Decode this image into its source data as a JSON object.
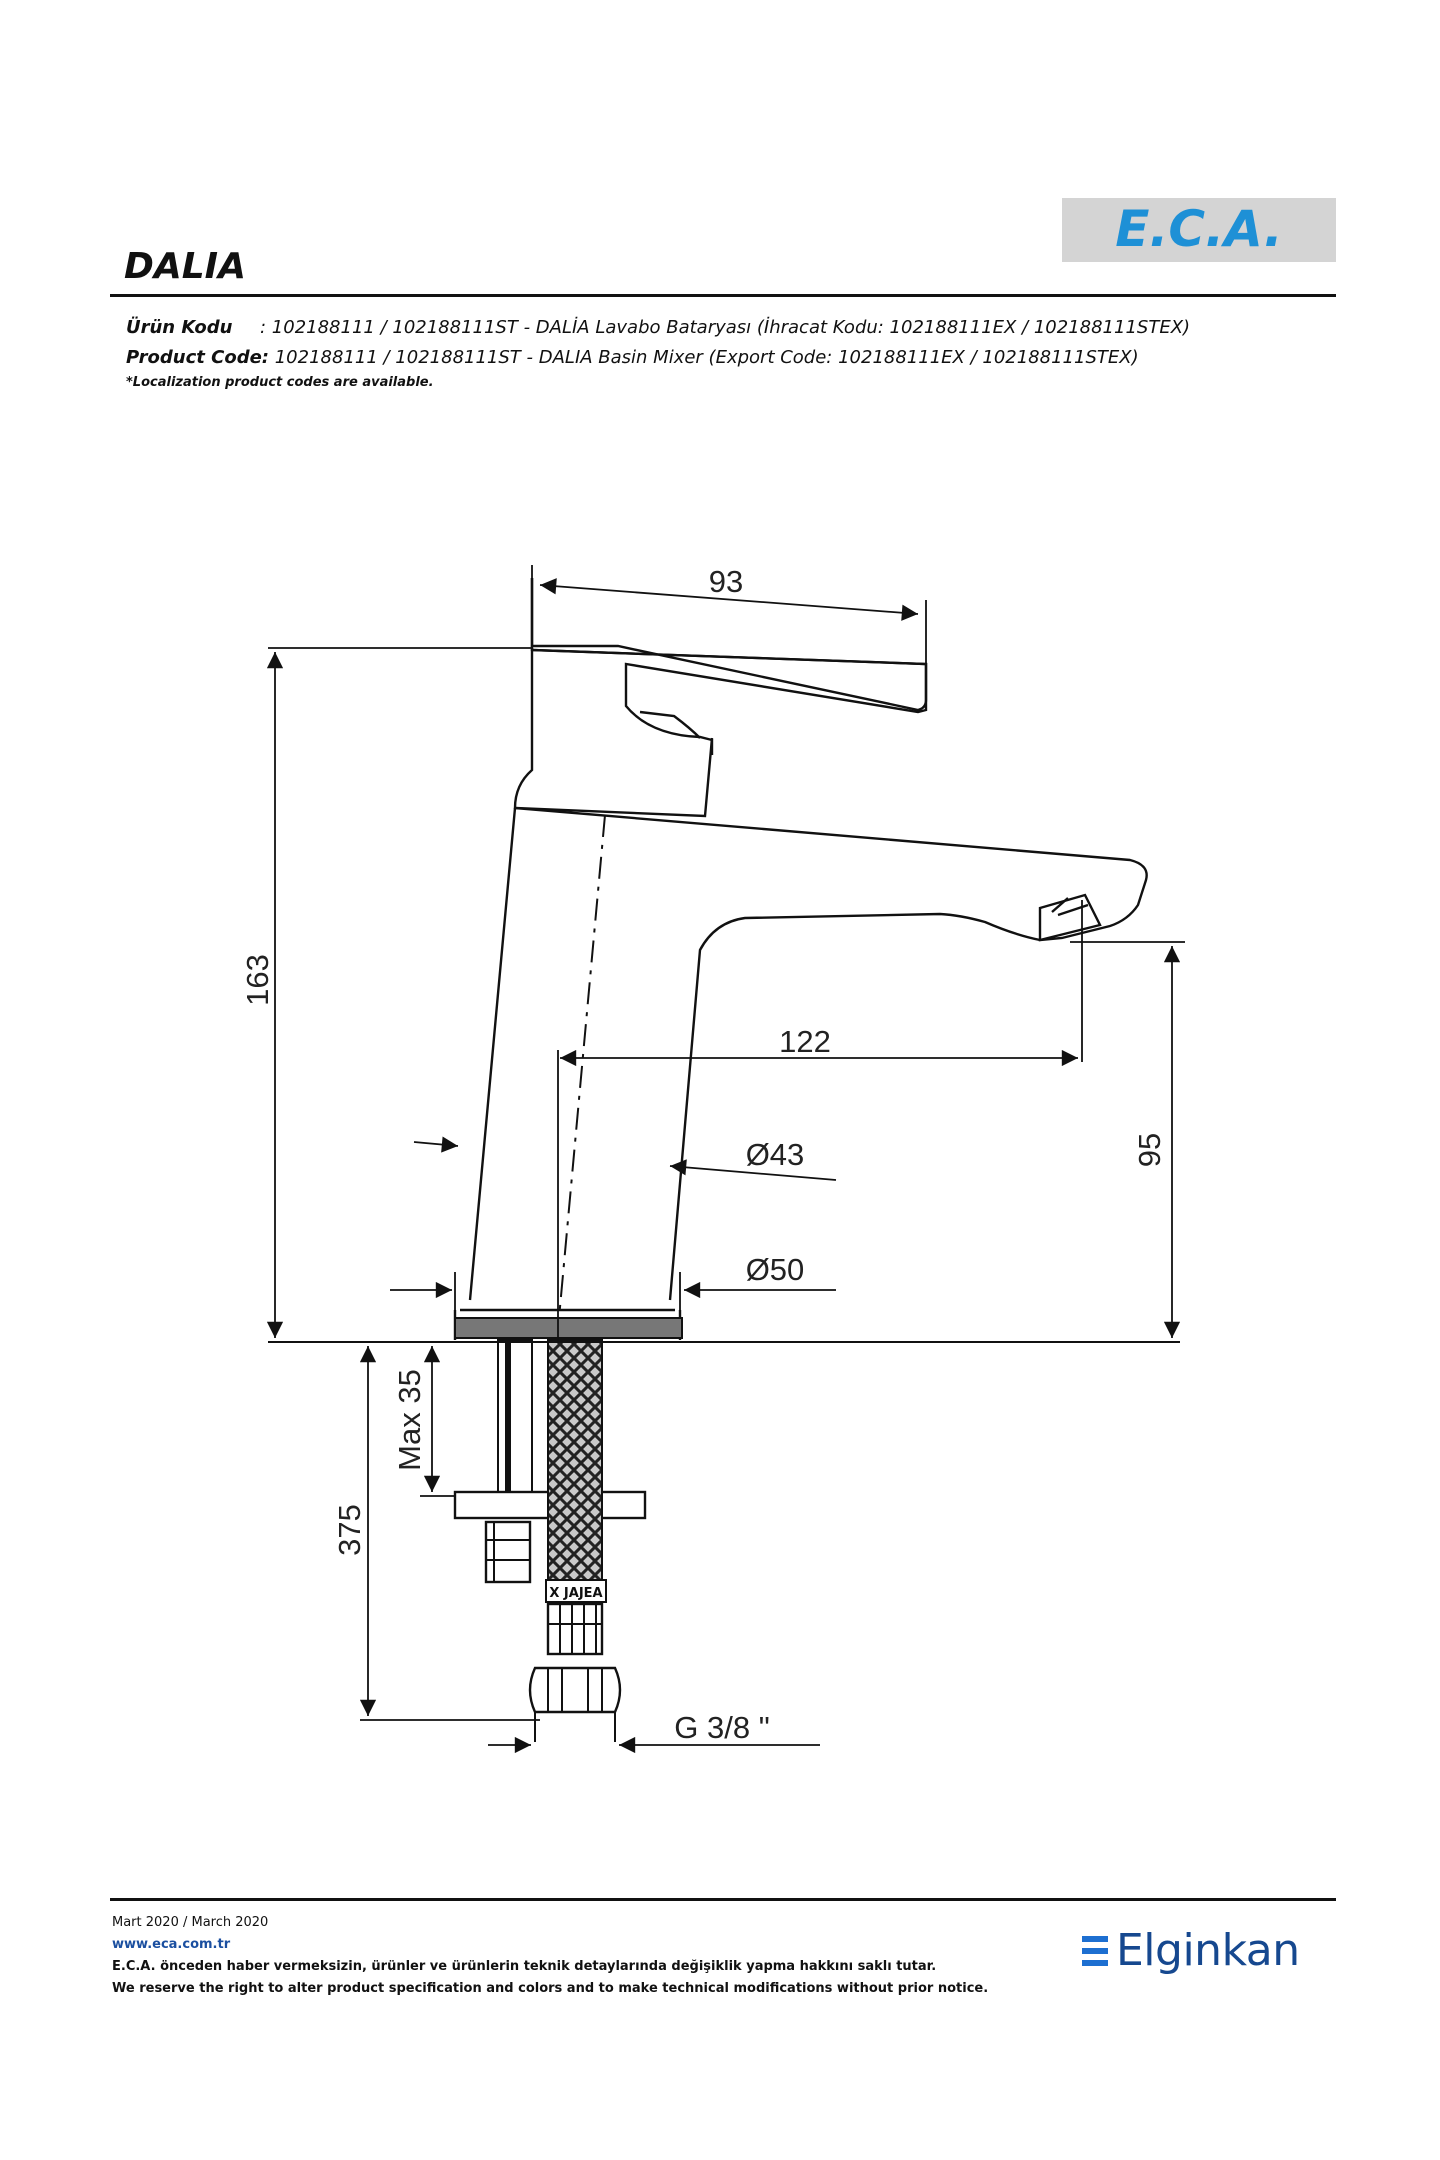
{
  "header": {
    "brand_logo": "E.C.A.",
    "title": "DALIA"
  },
  "codes": {
    "tr_label": "Ürün Kodu",
    "tr_text": ": 102188111 / 102188111ST - DALİA Lavabo Bataryası (İhracat Kodu: 102188111EX / 102188111STEX)",
    "en_label": "Product Code:",
    "en_text": "102188111 / 102188111ST - DALIA Basin Mixer (Export Code: 102188111EX / 102188111STEX)",
    "note": "*Localization product codes are available."
  },
  "drawing": {
    "dimensions": {
      "lever_length": "93",
      "total_height": "163",
      "spout_reach": "122",
      "body_diameter": "Ø43",
      "base_diameter": "Ø50",
      "spout_height": "95",
      "max_counter_thickness": "Max 35",
      "hose_length": "375",
      "thread": "G 3/8 \""
    },
    "hose_marking": "X JAJEA"
  },
  "footer": {
    "date": "Mart 2020 / March 2020",
    "url": "www.eca.com.tr",
    "disclaimer_tr": "E.C.A. önceden haber vermeksizin, ürünler ve ürünlerin teknik detaylarında değişiklik yapma hakkını saklı tutar.",
    "disclaimer_en": "We reserve the right to alter product specification and colors and to make technical modifications without prior notice.",
    "partner_logo": "Elginkan"
  },
  "colors": {
    "eca_blue": "#1e90d6",
    "elginkan_blue": "#16488f",
    "line": "#111111"
  }
}
